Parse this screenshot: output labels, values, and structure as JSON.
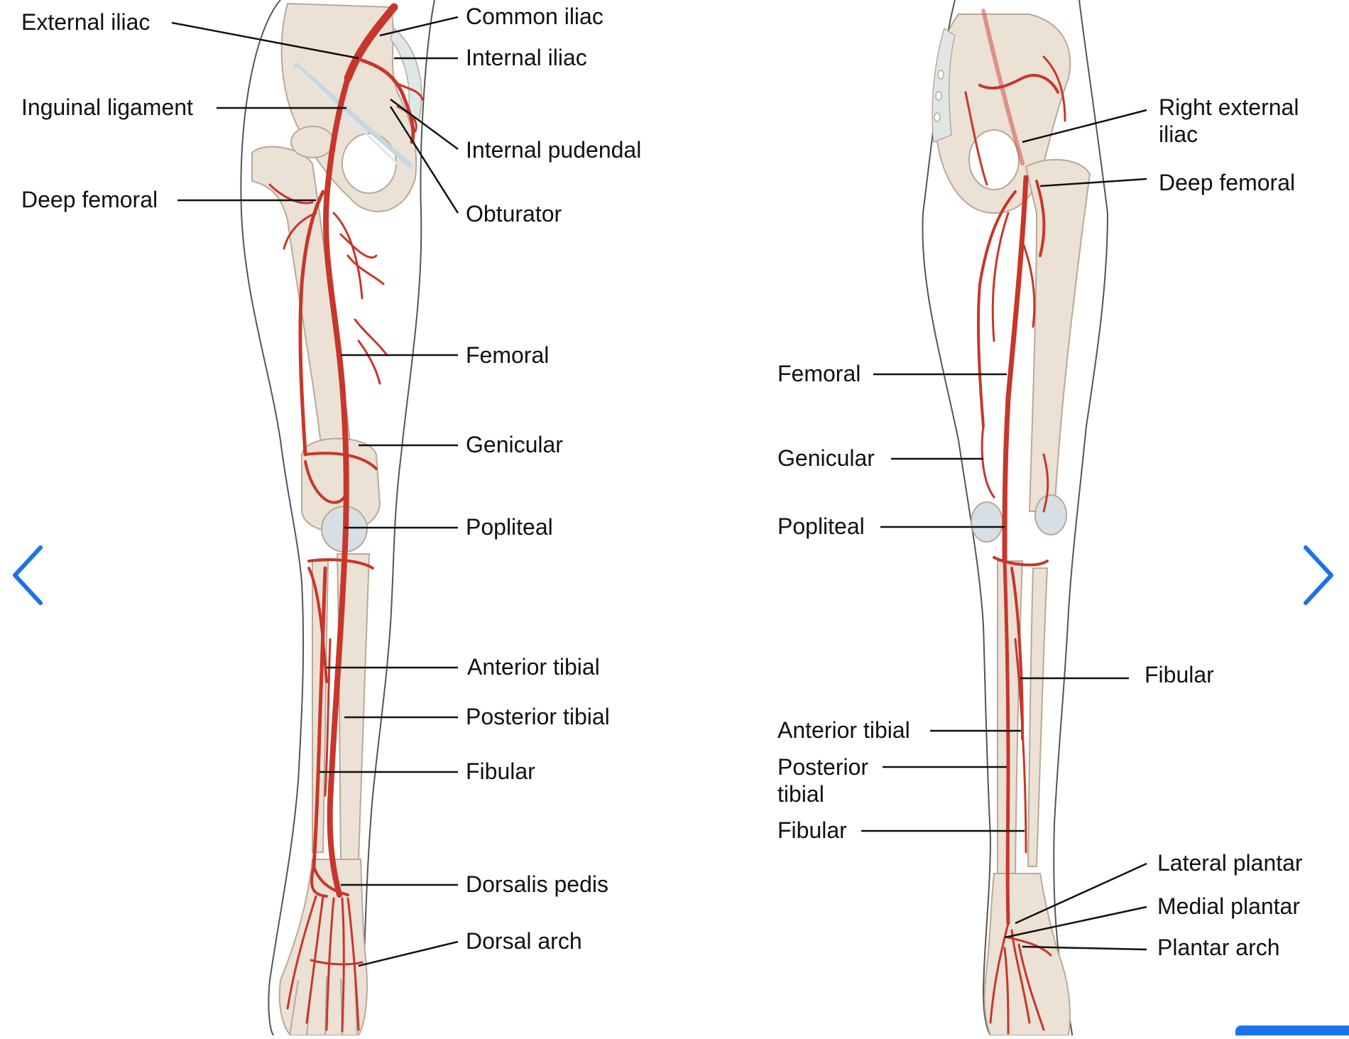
{
  "colors": {
    "artery": "#c8362b",
    "bone": "#ebe1d5",
    "bone_edge": "#b9a998",
    "cartilage": "#d6e0e4",
    "outline": "#555555",
    "leader": "#111111",
    "accent": "#1a73e8"
  },
  "nav": {
    "prev_icon": "chevron-left-icon",
    "next_icon": "chevron-right-icon"
  },
  "anterior": {
    "labels": [
      {
        "id": "external-iliac",
        "text": "External iliac"
      },
      {
        "id": "common-iliac",
        "text": "Common iliac"
      },
      {
        "id": "internal-iliac",
        "text": "Internal iliac"
      },
      {
        "id": "inguinal-ligament",
        "text": "Inguinal ligament"
      },
      {
        "id": "internal-pudendal",
        "text": "Internal pudendal"
      },
      {
        "id": "deep-femoral",
        "text": "Deep femoral"
      },
      {
        "id": "obturator",
        "text": "Obturator"
      },
      {
        "id": "femoral",
        "text": "Femoral"
      },
      {
        "id": "genicular",
        "text": "Genicular"
      },
      {
        "id": "popliteal",
        "text": "Popliteal"
      },
      {
        "id": "anterior-tibial",
        "text": "Anterior tibial"
      },
      {
        "id": "posterior-tibial",
        "text": "Posterior tibial"
      },
      {
        "id": "fibular",
        "text": "Fibular"
      },
      {
        "id": "dorsalis-pedis",
        "text": "Dorsalis pedis"
      },
      {
        "id": "dorsal-arch",
        "text": "Dorsal arch"
      }
    ]
  },
  "posterior": {
    "labels": [
      {
        "id": "right-external-iliac",
        "text": "Right external\niliac"
      },
      {
        "id": "deep-femoral",
        "text": "Deep femoral"
      },
      {
        "id": "femoral",
        "text": "Femoral"
      },
      {
        "id": "genicular",
        "text": "Genicular"
      },
      {
        "id": "popliteal",
        "text": "Popliteal"
      },
      {
        "id": "fibular-upper",
        "text": "Fibular"
      },
      {
        "id": "anterior-tibial",
        "text": "Anterior tibial"
      },
      {
        "id": "posterior-tibial",
        "text": "Posterior\ntibial"
      },
      {
        "id": "fibular-lower",
        "text": "Fibular"
      },
      {
        "id": "lateral-plantar",
        "text": "Lateral plantar"
      },
      {
        "id": "medial-plantar",
        "text": "Medial plantar"
      },
      {
        "id": "plantar-arch",
        "text": "Plantar arch"
      }
    ]
  }
}
